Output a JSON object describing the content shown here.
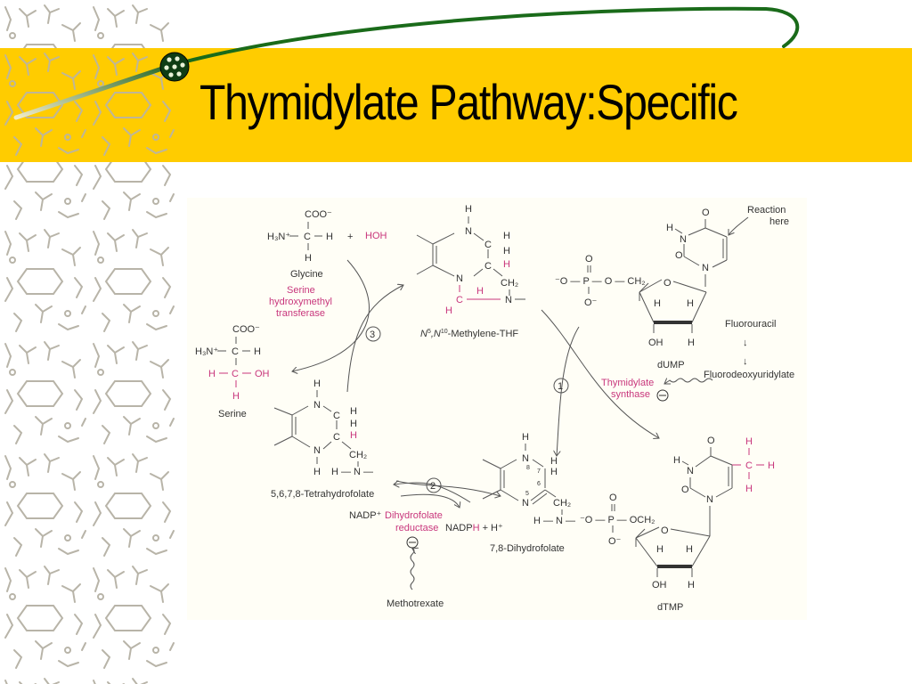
{
  "slide": {
    "title": "Thymidylate Pathway:Specific",
    "colors": {
      "title_band": "#ffcc00",
      "accent_green": "#1a6b1a",
      "enzyme_magenta": "#c8367c",
      "panel_bg": "#fffef6",
      "pattern_gray": "#b8b4a8"
    }
  },
  "diagram": {
    "glycine": {
      "coo": "COO⁻",
      "h3n": "H₃N⁺",
      "c": "C",
      "h_right": "H",
      "h_bottom": "H",
      "plus": "+",
      "water": "HOH",
      "label": "Glycine"
    },
    "enzyme3": {
      "line1": "Serine",
      "line2": "hydroxymethyl",
      "line3": "transferase",
      "step": "3"
    },
    "serine": {
      "coo": "COO⁻",
      "h3n": "H₃N⁺",
      "c1": "C",
      "h1": "H",
      "h2": "H",
      "c2": "C",
      "oh": "OH",
      "h3": "H",
      "label": "Serine"
    },
    "methylene_thf": {
      "label_n5": "N",
      "sup5": "5",
      "label_n10": ",N",
      "sup10": "10",
      "label_rest": "-Methylene-THF",
      "h_top": "H",
      "n1": "N",
      "c1": "C",
      "h1": "H",
      "h2": "H",
      "c2": "C",
      "h3": "H",
      "n2": "N",
      "ch2": "CH₂",
      "c_bridge": "C",
      "h4": "H",
      "h5": "H",
      "n3": "N"
    },
    "dump": {
      "label": "dUMP",
      "o_top": "O",
      "h_n": "H",
      "n1": "N",
      "o2": "O",
      "n3": "N",
      "p_o_top": "O",
      "phosphate": "⁻O — P — O — CH₂",
      "p_o_bottom": "O⁻",
      "ring_o": "O",
      "h_a": "H",
      "h_b": "H",
      "oh": "OH",
      "h_c": "H",
      "reaction_note_1": "Reaction",
      "reaction_note_2": "here"
    },
    "inhibitor_ts": {
      "drug": "Fluorouracil",
      "arrow1": "↓",
      "arrow2": "↓",
      "metabolite": "Fluorodeoxyuridylate",
      "minus": "⊖"
    },
    "enzyme1": {
      "line1": "Thymidylate",
      "line2": "synthase",
      "step": "1"
    },
    "thf": {
      "label": "5,6,7,8-Tetrahydrofolate",
      "h_top": "H",
      "n1": "N",
      "c1": "C",
      "h1": "H",
      "h2": "H",
      "c2": "C",
      "h3": "H",
      "n2": "N",
      "h_bottom": "H",
      "ch2": "CH₂",
      "hn": "H — N —"
    },
    "dhf": {
      "label": "7,8-Dihydrofolate",
      "h_top": "H",
      "n8": "N",
      "num8": "8",
      "num7": "7",
      "h1": "H",
      "h2": "H",
      "num6": "6",
      "num5": "5",
      "n5": "N",
      "ch2": "CH₂",
      "hn": "H — N —"
    },
    "enzyme2": {
      "line1": "Dihydrofolate",
      "line2": "reductase",
      "step": "2",
      "nadp_plus": "NADP⁺",
      "nadph_pre": "NADP",
      "nadph_h": "H",
      "nadph_post": " + H⁺",
      "minus": "⊖",
      "inhibitor": "Methotrexate"
    },
    "dtmp": {
      "label": "dTMP",
      "o_top": "O",
      "h_n": "H",
      "n1": "N",
      "o2": "O",
      "n3": "N",
      "methyl_h_top": "H",
      "methyl_c": "C",
      "methyl_h_right": "H",
      "methyl_h_bottom": "H",
      "p_o_top": "O",
      "phosphate": "⁻O — P — OCH₂",
      "p_o_bottom": "O⁻",
      "ring_o": "O",
      "h_a": "H",
      "h_b": "H",
      "oh": "OH",
      "h_c": "H"
    }
  }
}
